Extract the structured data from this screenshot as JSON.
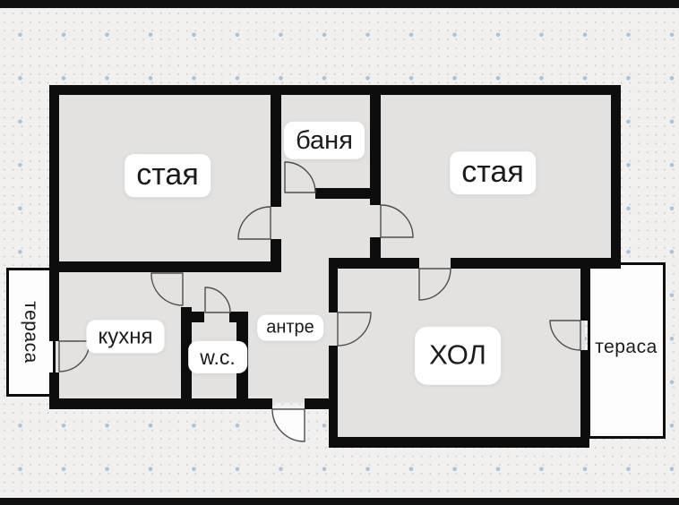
{
  "meta": {
    "type": "apartment-floor-plan"
  },
  "colors": {
    "background": "#f1f0ee",
    "wall": "#0d0d0d",
    "room_fill": "#e3e2e1",
    "terrace_fill": "#fdfdfd",
    "label_bg": "#ffffff",
    "label_text": "#1b1b1e",
    "dot_small": "#c9ccd3",
    "dot_accent": "#a9c2de",
    "frame_bar": "#111111"
  },
  "rooms": {
    "staya_left": {
      "label": "стая"
    },
    "banya": {
      "label": "баня"
    },
    "staya_right": {
      "label": "стая"
    },
    "kuhnya": {
      "label": "кухня"
    },
    "wc": {
      "label": "w.c."
    },
    "antre": {
      "label": "антре"
    },
    "hol": {
      "label": "ХОЛ"
    },
    "terasa_left": {
      "label": "тераса"
    },
    "terasa_right": {
      "label": "тераса"
    }
  }
}
